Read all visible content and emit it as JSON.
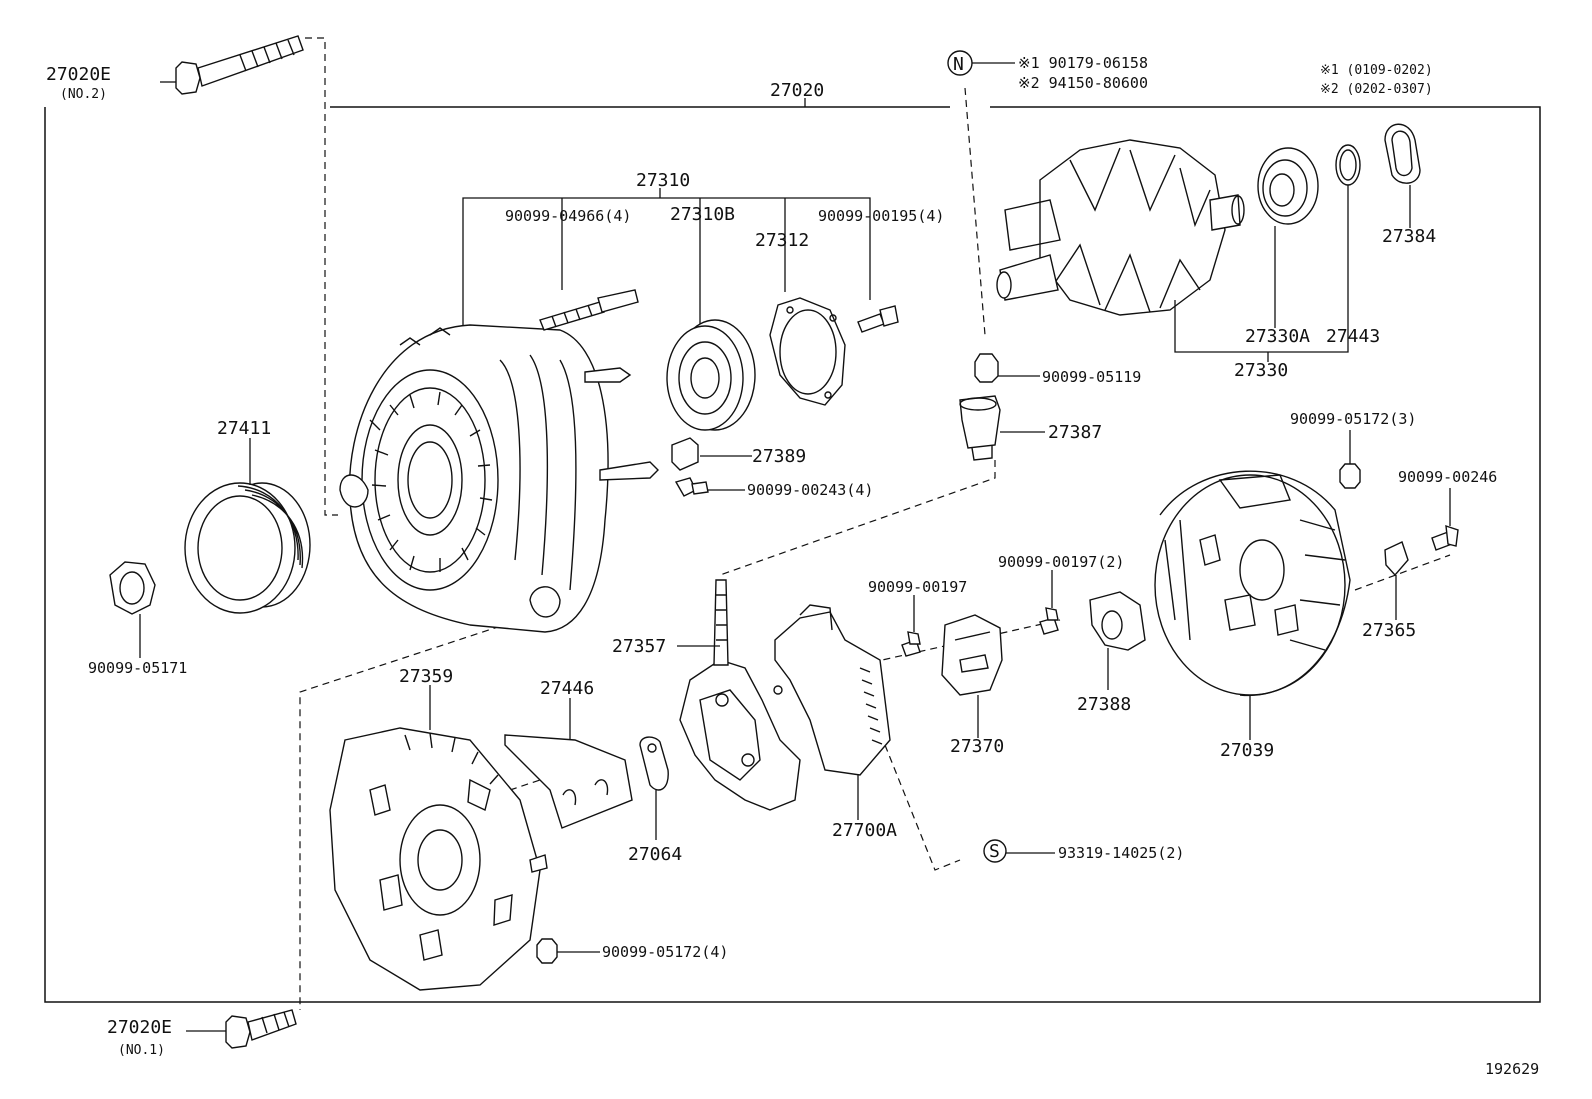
{
  "diagram_id": "192629",
  "assembly": "27020",
  "notes": {
    "n_symbol": "N",
    "s_symbol": "S",
    "n_line1": "※1 90179-06158",
    "n_line2": "※2 94150-80600",
    "legend_line1": "※1  (0109-0202)",
    "legend_line2": "※2  (0202-0307)"
  },
  "parts": {
    "p27020E_top": "27020E",
    "p27020E_top_sub": "(NO.2)",
    "p27020E_bot": "27020E",
    "p27020E_bot_sub": "(NO.1)",
    "p27310": "27310",
    "p27310B": "27310B",
    "p27312": "27312",
    "p90099_04966": "90099-04966(4)",
    "p90099_00195": "90099-00195(4)",
    "p27411": "27411",
    "p90099_05171": "90099-05171",
    "p27389": "27389",
    "p90099_00243": "90099-00243(4)",
    "p27384": "27384",
    "p27330A": "27330A",
    "p27443": "27443",
    "p27330": "27330",
    "p90099_05119": "90099-05119",
    "p27387": "27387",
    "p90099_05172_3": "90099-05172(3)",
    "p90099_00246": "90099-00246",
    "p90099_00197_2": "90099-00197(2)",
    "p90099_00197": "90099-00197",
    "p27365": "27365",
    "p27357": "27357",
    "p27359": "27359",
    "p27446": "27446",
    "p27064": "27064",
    "p27700A": "27700A",
    "p27370": "27370",
    "p27388": "27388",
    "p27039": "27039",
    "p93319_14025": "93319-14025(2)",
    "p90099_05172_4": "90099-05172(4)"
  }
}
